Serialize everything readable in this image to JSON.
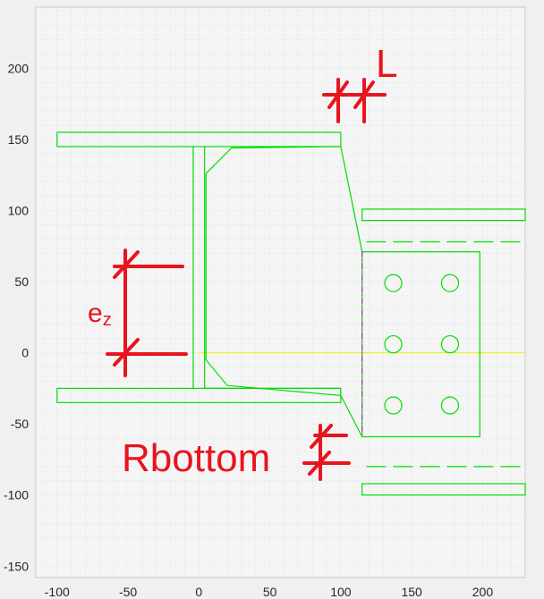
{
  "chart_data": {
    "type": "diagram",
    "xlim": [
      -115,
      230
    ],
    "ylim": [
      -158,
      243
    ],
    "grid": true,
    "x_ticks": [
      -100,
      -50,
      0,
      50,
      100,
      150,
      200
    ],
    "y_ticks": [
      200,
      150,
      100,
      50,
      0,
      -50,
      -100,
      -150
    ],
    "colors": {
      "outline": "#00dd00",
      "axis_line": "#eeee00",
      "centerline": "#d000d0",
      "annotation": "#e8141e",
      "plot_bg": "#f5f5f5",
      "page_bg": "#f0f0f0",
      "axes_border": "#c8c8c8",
      "grid": "#dcdcdc"
    },
    "beam": {
      "top_flange": {
        "x": [
          -100,
          100
        ],
        "y": [
          145,
          155
        ]
      },
      "bottom_flange": {
        "x": [
          -100,
          100
        ],
        "y": [
          -35,
          -25
        ]
      },
      "web_left": {
        "x": -4,
        "y": [
          -25,
          145
        ]
      },
      "web_right": {
        "x": 4,
        "y": [
          -25,
          145
        ]
      },
      "inner_plate_outline": [
        [
          4,
          145
        ],
        [
          4,
          -25
        ],
        [
          100,
          -25
        ],
        [
          100,
          -30
        ],
        [
          20,
          -23
        ],
        [
          5,
          -5
        ],
        [
          5,
          126
        ],
        [
          23,
          144
        ],
        [
          100,
          145
        ]
      ]
    },
    "taper_top": [
      [
        100,
        145
      ],
      [
        115,
        71
      ]
    ],
    "taper_bottom": [
      [
        100,
        -30
      ],
      [
        115,
        -59
      ]
    ],
    "end_plate": {
      "x": [
        115,
        198
      ],
      "y": [
        -59,
        71
      ]
    },
    "column_top": {
      "x": [
        115,
        230
      ],
      "y": [
        93,
        101
      ]
    },
    "column_top_extension": {
      "x": [
        115,
        230
      ],
      "y": [
        93,
        93
      ]
    },
    "column_bottom": {
      "x": [
        115,
        230
      ],
      "y": [
        -100,
        -92
      ]
    },
    "hidden_line_top_y": 78,
    "hidden_line_bottom_y": -80,
    "bolts": {
      "x": [
        137,
        177
      ],
      "y": [
        49,
        6,
        -37
      ],
      "radius": 6
    },
    "centerline_x": 115,
    "neutral_axis_y": 0,
    "annotations": {
      "L": "L",
      "ez_main": "e",
      "ez_sub": "z",
      "rbottom": "Rbottom"
    }
  }
}
